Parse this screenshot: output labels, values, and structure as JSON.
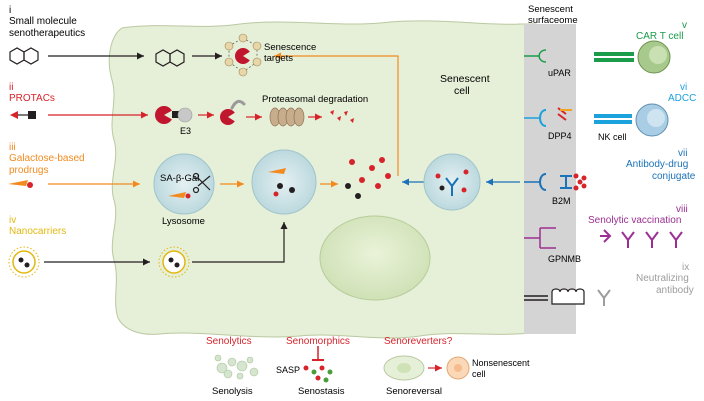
{
  "approaches": [
    {
      "num": "i",
      "name_lines": [
        "Small molecule",
        "senotherapeutics"
      ],
      "color": "#231f20"
    },
    {
      "num": "ii",
      "name_lines": [
        "PROTACs"
      ],
      "color": "#d7232a"
    },
    {
      "num": "iii",
      "name_lines": [
        "Galactose-based",
        "prodrugs"
      ],
      "color": "#f28a1f"
    },
    {
      "num": "iv",
      "name_lines": [
        "Nanocarriers"
      ],
      "color": "#e2b80f"
    }
  ],
  "inner_labels": {
    "senescence_targets": [
      "Senescence",
      "targets"
    ],
    "e3": "E3",
    "proteasomal": "Proteasomal degradation",
    "sa_gal": "SA-β-Gal",
    "lysosome": "Lysosome",
    "senescent_cell": [
      "Senescent",
      "cell"
    ]
  },
  "surfaceome": {
    "title": [
      "Senescent",
      "surfaceome"
    ],
    "markers": [
      "uPAR",
      "DPP4",
      "B2M",
      "GPNMB"
    ],
    "nk_cell": "NK cell"
  },
  "right_approaches": [
    {
      "num": "v",
      "name_lines": [
        "CAR T cell"
      ],
      "color": "#1a9c4a"
    },
    {
      "num": "vi",
      "name_lines": [
        "ADCC"
      ],
      "color": "#1ba1dc"
    },
    {
      "num": "vii",
      "name_lines": [
        "Antibody-drug",
        "conjugate"
      ],
      "color": "#1a72b8"
    },
    {
      "num": "viii",
      "name_lines": [
        "Senolytic vaccination"
      ],
      "color": "#9b2f92"
    },
    {
      "num": "ix",
      "name_lines": [
        "Neutralizing",
        "antibody"
      ],
      "color": "#9d9d9d"
    }
  ],
  "outcomes": {
    "senolytics": {
      "title": "Senolytics",
      "label": "Senolysis"
    },
    "senomorphics": {
      "title": "Senomorphics",
      "label": "Senostasis",
      "sasp": "SASP"
    },
    "senoreverters": {
      "title": "Senoreverters?",
      "label": "Senoreversal",
      "nonsenescent": [
        "Nonsenescent",
        "cell"
      ]
    }
  }
}
